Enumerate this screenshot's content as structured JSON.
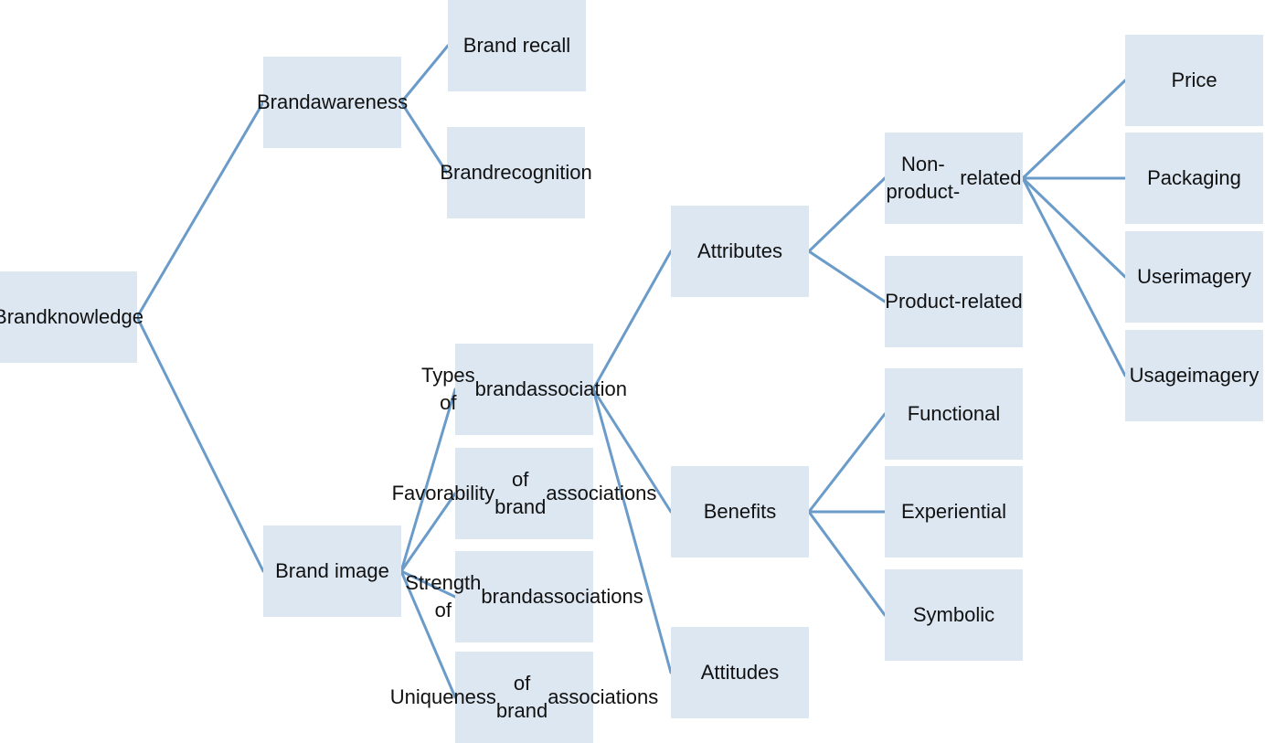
{
  "diagram": {
    "type": "tree",
    "colors": {
      "box_fill": "#dde7f2",
      "connector": "#6a9bc9",
      "text": "#111111",
      "background": "#ffffff"
    },
    "nodes": [
      {
        "id": "brand-knowledge",
        "label": "Brand\nknowledge"
      },
      {
        "id": "brand-awareness",
        "label": "Brand\nawareness"
      },
      {
        "id": "brand-image",
        "label": "Brand image"
      },
      {
        "id": "brand-recall",
        "label": "Brand recall"
      },
      {
        "id": "brand-recognition",
        "label": "Brand\nrecognition"
      },
      {
        "id": "types-of-brand-association",
        "label": "Types of\nbrand\nassociation"
      },
      {
        "id": "favorability-of-brand-associations",
        "label": "Favorability\nof brand\nassociations"
      },
      {
        "id": "strength-of-brand-associations",
        "label": "Strength of\nbrand\nassociations"
      },
      {
        "id": "uniqueness-of-brand-associations",
        "label": "Uniqueness\nof brand\nassociations"
      },
      {
        "id": "attributes",
        "label": "Attributes"
      },
      {
        "id": "benefits",
        "label": "Benefits"
      },
      {
        "id": "attitudes",
        "label": "Attitudes"
      },
      {
        "id": "non-product-related",
        "label": "Non-product-\nrelated"
      },
      {
        "id": "product-related",
        "label": "Product-\nrelated"
      },
      {
        "id": "functional",
        "label": "Functional"
      },
      {
        "id": "experiential",
        "label": "Experiential"
      },
      {
        "id": "symbolic",
        "label": "Symbolic"
      },
      {
        "id": "price",
        "label": "Price"
      },
      {
        "id": "packaging",
        "label": "Packaging"
      },
      {
        "id": "user-imagery",
        "label": "User\nimagery"
      },
      {
        "id": "usage-imagery",
        "label": "Usage\nimagery"
      }
    ],
    "edges": [
      [
        "brand-knowledge",
        "brand-awareness"
      ],
      [
        "brand-knowledge",
        "brand-image"
      ],
      [
        "brand-awareness",
        "brand-recall"
      ],
      [
        "brand-awareness",
        "brand-recognition"
      ],
      [
        "brand-image",
        "types-of-brand-association"
      ],
      [
        "brand-image",
        "favorability-of-brand-associations"
      ],
      [
        "brand-image",
        "strength-of-brand-associations"
      ],
      [
        "brand-image",
        "uniqueness-of-brand-associations"
      ],
      [
        "types-of-brand-association",
        "attributes"
      ],
      [
        "types-of-brand-association",
        "benefits"
      ],
      [
        "types-of-brand-association",
        "attitudes"
      ],
      [
        "attributes",
        "non-product-related"
      ],
      [
        "attributes",
        "product-related"
      ],
      [
        "benefits",
        "functional"
      ],
      [
        "benefits",
        "experiential"
      ],
      [
        "benefits",
        "symbolic"
      ],
      [
        "non-product-related",
        "price"
      ],
      [
        "non-product-related",
        "packaging"
      ],
      [
        "non-product-related",
        "user-imagery"
      ],
      [
        "non-product-related",
        "usage-imagery"
      ]
    ]
  }
}
